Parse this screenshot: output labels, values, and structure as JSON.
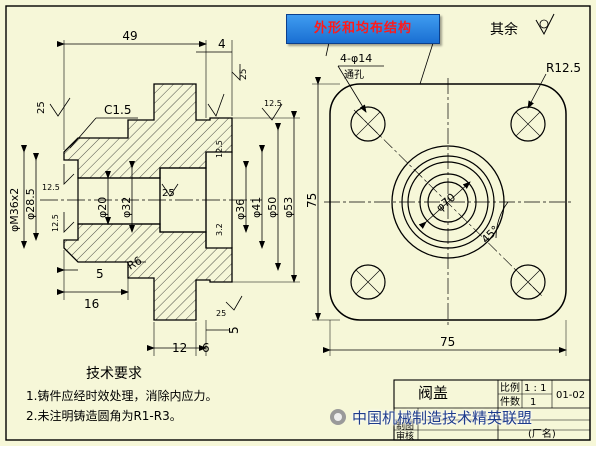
{
  "callout": {
    "text": "外形和均布结构"
  },
  "front_view": {
    "dim_top_49": "49",
    "dim_top_4": "4",
    "chamfer": "C1.5",
    "radius_r6": "R6",
    "dia_20": "φ20",
    "dia_32": "φ32",
    "dia_36": "φ36",
    "dia_41": "φ41",
    "dia_50": "φ50",
    "dia_53": "φ53",
    "thread": "φM36x2",
    "dia_28_5": "φ28.5",
    "dim_5_left": "5",
    "dim_16": "16",
    "dim_12": "12",
    "dim_6": "6",
    "dim_5_right": "5",
    "rough_25": "25",
    "rough_12_5": "12.5",
    "rough_3_2": "3.2"
  },
  "side_view": {
    "holes": "4-φ14",
    "thru": "通孔",
    "r12_5": "R12.5",
    "dia_70": "φ70",
    "angle_45": "45°",
    "dim_75_h": "75",
    "dim_75_v": "75",
    "surface_rest": "其余"
  },
  "notes": {
    "title": "技术要求",
    "line1": "1.铸件应经时效处理，消除内应力。",
    "line2": "2.未注明铸造圆角为R1-R3。"
  },
  "title_block": {
    "part_name": "阀盖",
    "scale_label": "比例",
    "scale_value": "1 : 1",
    "qty_label": "件数",
    "qty_value": "1",
    "drawing_no": "01-02",
    "draw_label": "制图",
    "check_label": "审核",
    "sheet": "(厂名)"
  },
  "watermark": {
    "text": "中国机械制造技术精英联盟"
  }
}
